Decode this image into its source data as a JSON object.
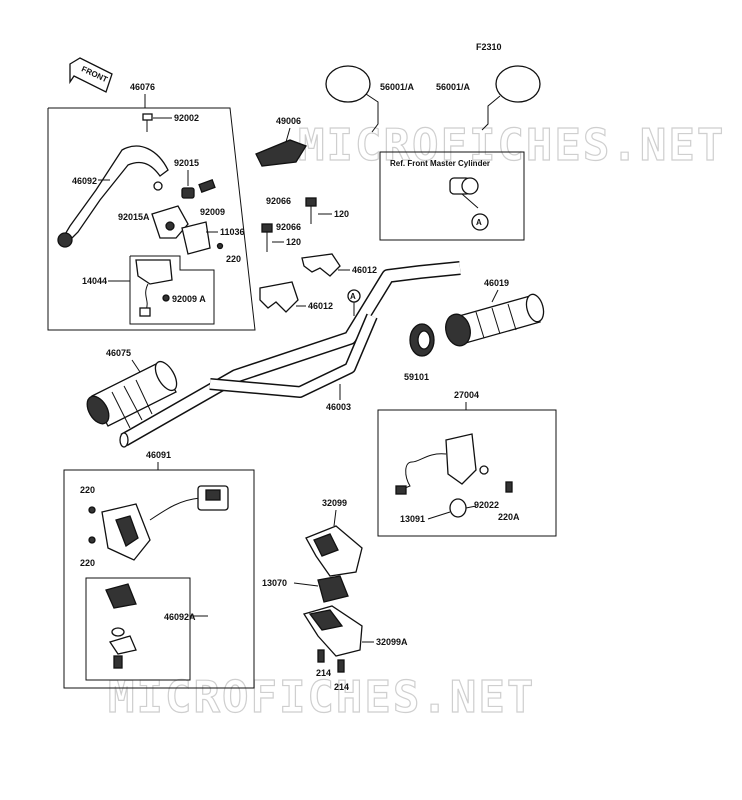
{
  "figure_code": "F2310",
  "front_arrow_text": "FRONT",
  "watermark_text": "MICROFICHES.NET",
  "ref_box_title": "Ref. Front Master Cylinder",
  "ref_marker": "A",
  "labels": {
    "p46076": "46076",
    "p92002": "92002",
    "p46092": "46092",
    "p92015": "92015",
    "p92009": "92009",
    "p92015A": "92015A",
    "p11036": "11036",
    "p220a": "220",
    "p14044": "14044",
    "p92009A": "92009 A",
    "p49006": "49006",
    "p56001A_left": "56001/A",
    "p56001A_right": "56001/A",
    "p92066a": "92066",
    "p120a": "120",
    "p92066b": "92066",
    "p120b": "120",
    "p46012a": "46012",
    "p46012b": "46012",
    "p46019": "46019",
    "p59101": "59101",
    "p46075": "46075",
    "p46003": "46003",
    "p27004": "27004",
    "p92022": "92022",
    "p220A": "220A",
    "p13091": "13091",
    "p46091": "46091",
    "p220b": "220",
    "p220c": "220",
    "p46092A": "46092A",
    "p32099": "32099",
    "p13070": "13070",
    "p32099A": "32099A",
    "p214a": "214",
    "p214b": "214"
  }
}
